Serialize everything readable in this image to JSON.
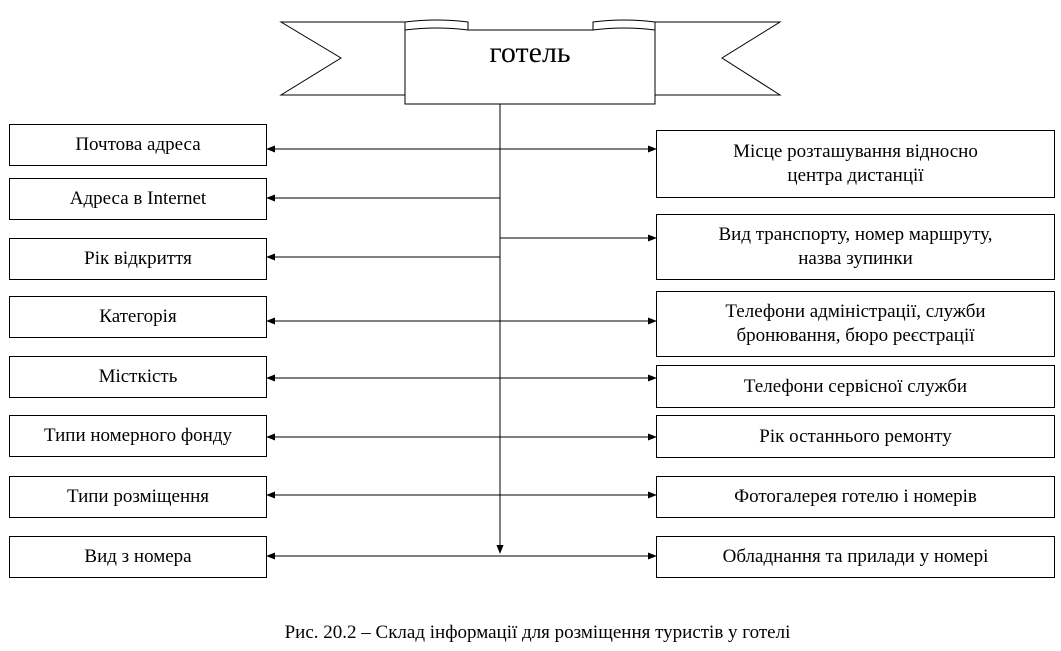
{
  "title": "готель",
  "left_items": [
    "Почтова адреса",
    "Адреса в Internet",
    "Рік відкриття",
    "Категорія",
    "Місткість",
    "Типи номерного фонду",
    "Типи розміщення",
    "Вид з номера"
  ],
  "right_items": [
    [
      "Місце розташування відносно",
      "центра дистанції"
    ],
    [
      "Вид транспорту, номер маршруту,",
      "назва зупинки"
    ],
    [
      "Телефони адміністрації, служби",
      "бронювання, бюро реєстрації"
    ],
    [
      "Телефони сервісної служби"
    ],
    [
      "Рік останнього ремонту"
    ],
    [
      "Фотогалерея готелю і номерів"
    ],
    [
      "Обладнання та прилади у номері"
    ]
  ],
  "caption": "Рис. 20.2 – Склад інформації для розміщення туристів у готелі"
}
